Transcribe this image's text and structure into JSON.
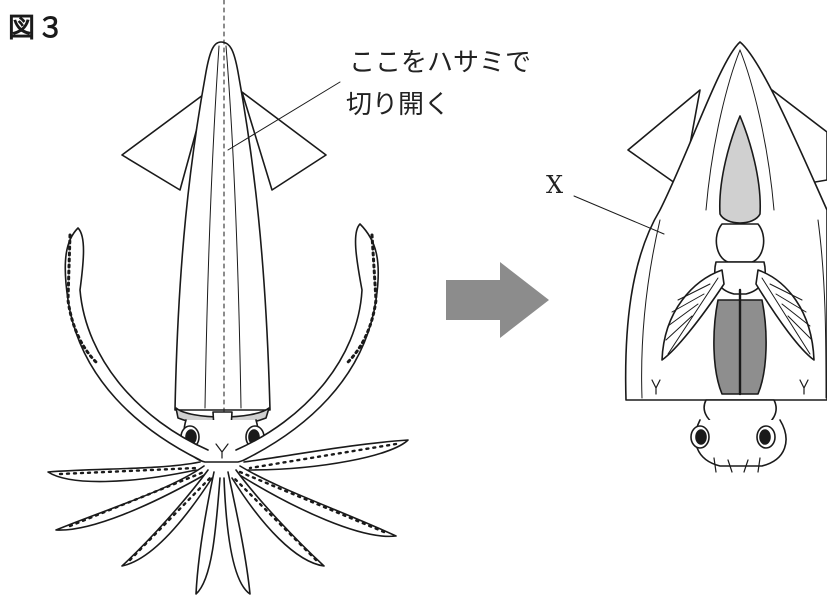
{
  "figure": {
    "label": "図３"
  },
  "annotations": {
    "cut_line_1": "ここをハサミで",
    "cut_line_2": "切り開く",
    "x_label": "X"
  },
  "colors": {
    "line": "#1a1a1a",
    "arrow": "#8c8c8c",
    "organ_light": "#d0d0d0",
    "organ_dark": "#8e8e8e",
    "mantle": "#ffffff"
  },
  "icons": [
    "squid-outline",
    "arrow-right",
    "squid-dissected"
  ]
}
